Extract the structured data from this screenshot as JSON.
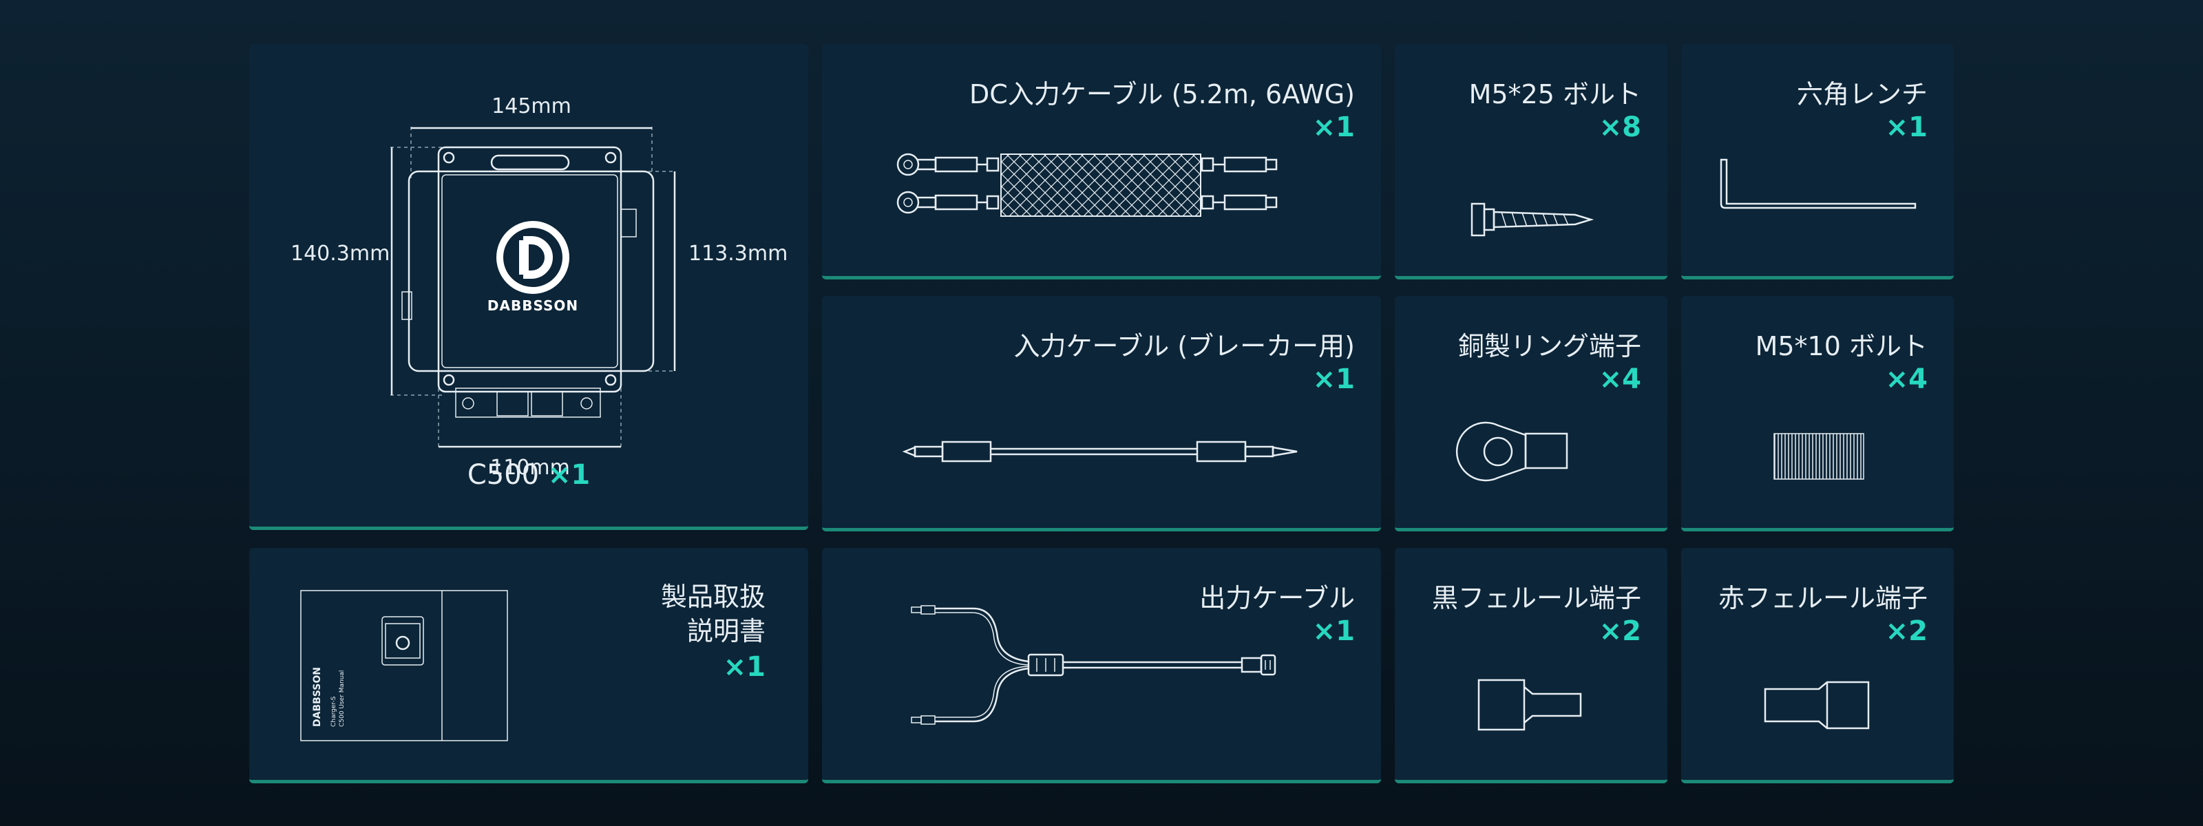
{
  "items": {
    "c500": {
      "name": "C500",
      "qty": "×1",
      "dims": {
        "top": "145mm",
        "bottom": "110mm",
        "left": "140.3mm",
        "right": "113.3mm"
      },
      "brand": "DABBSSON"
    },
    "dc_cable": {
      "name": "DC入力ケーブル (5.2m, 6AWG)",
      "qty": "×1"
    },
    "m5_25": {
      "name": "M5*25 ボルト",
      "qty": "×8"
    },
    "hex_wrench": {
      "name": "六角レンチ",
      "qty": "×1"
    },
    "breaker_cable": {
      "name": "入力ケーブル (ブレーカー用)",
      "qty": "×1"
    },
    "ring_terminal": {
      "name": "銅製リング端子",
      "qty": "×4"
    },
    "m5_10": {
      "name": "M5*10 ボルト",
      "qty": "×4"
    },
    "manual": {
      "name_line1": "製品取扱",
      "name_line2": "説明書",
      "qty": "×1",
      "brand": "DABBSSON",
      "cover_line1": "Charger-S",
      "cover_line2": "C500 User Manual"
    },
    "output_cable": {
      "name": "出力ケーブル",
      "qty": "×1"
    },
    "black_ferrule": {
      "name": "黒フェルール端子",
      "qty": "×2"
    },
    "red_ferrule": {
      "name": "赤フェルール端子",
      "qty": "×2"
    }
  },
  "colors": {
    "accent": "#27d8c0",
    "card": "#0c2538",
    "underline": "#1c8a78"
  }
}
